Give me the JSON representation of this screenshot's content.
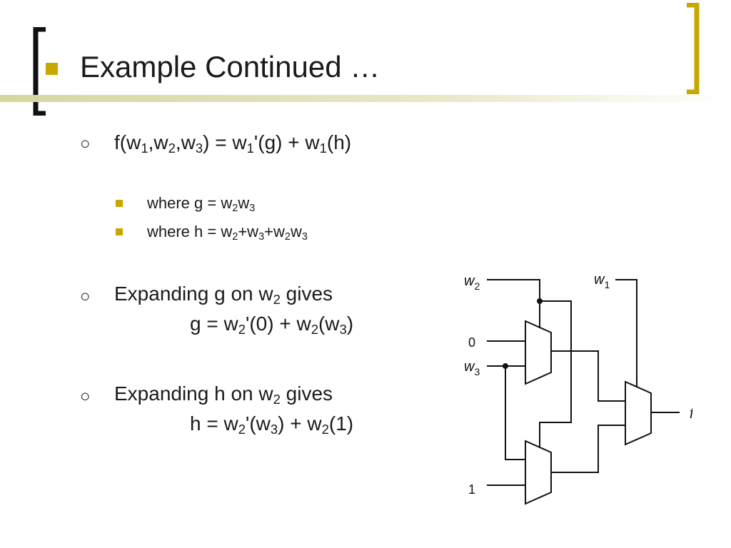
{
  "slide": {
    "title": "Example Continued …",
    "b1": {
      "p0": "f(w",
      "s1": "1",
      "p1": ",w",
      "s2": "2",
      "p2": ",w",
      "s3": "3",
      "p3": ") = w",
      "s4": "1",
      "p4": "'(g) + w",
      "s5": "1",
      "p5": "(h)"
    },
    "g_def": {
      "p0": "where g = w",
      "s1": "2",
      "p1": "w",
      "s2": "3"
    },
    "h_def": {
      "p0": "where h = w",
      "s1": "2",
      "p1": "+w",
      "s2": "3",
      "p2": "+w",
      "s3": "2",
      "p3": "w",
      "s4": "3"
    },
    "b2": {
      "p0": "Expanding g on w",
      "s1": "2",
      "p1": " gives"
    },
    "b2_cont": {
      "p0": "g = w",
      "s1": "2",
      "p1": "'(0) + w",
      "s2": "2",
      "p2": "(w",
      "s3": "3",
      "p3": ")"
    },
    "b3": {
      "p0": "Expanding h on w",
      "s1": "2",
      "p1": " gives"
    },
    "b3_cont": {
      "p0": "h = w",
      "s1": "2",
      "p1": "'(w",
      "s2": "3",
      "p2": ") + w",
      "s3": "2",
      "p3": "(1)"
    },
    "bullet_glyph": "○"
  },
  "diagram": {
    "w2": {
      "base": "w",
      "sub": "2"
    },
    "w1": {
      "base": "w",
      "sub": "1"
    },
    "w3": {
      "base": "w",
      "sub": "3"
    },
    "zero": "0",
    "one": "1",
    "f": "f"
  },
  "colors": {
    "accent": "#c8a800",
    "rule": "#d9d9a8",
    "text": "#1a1a1a"
  }
}
